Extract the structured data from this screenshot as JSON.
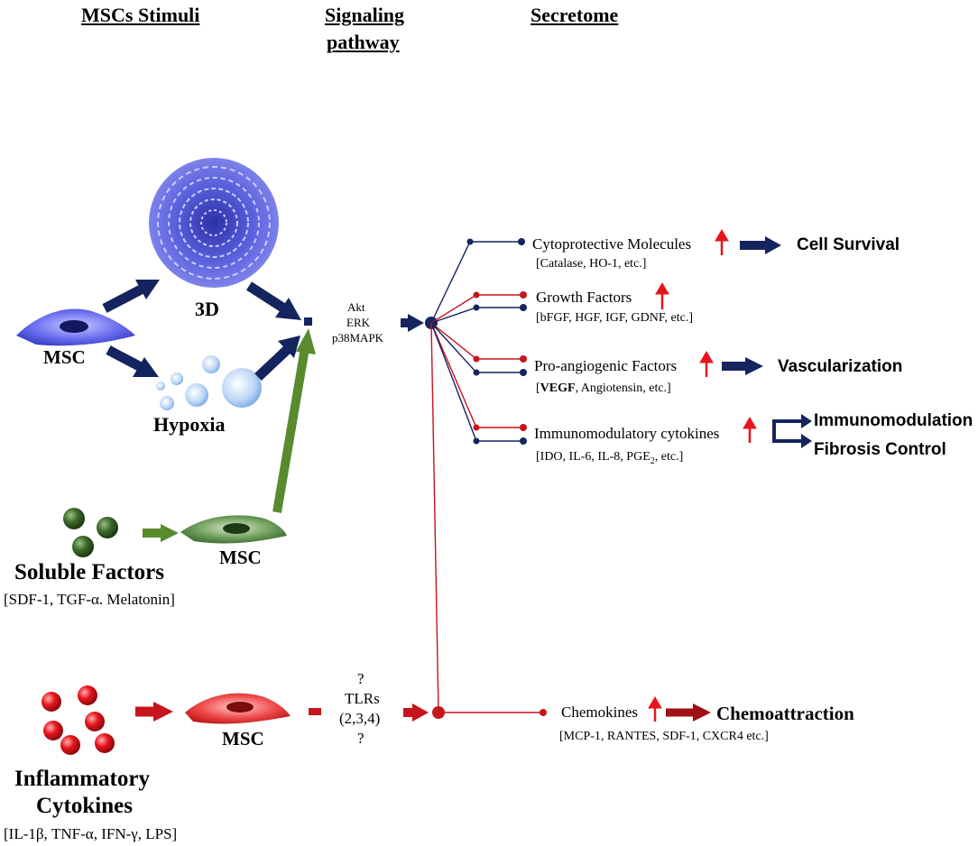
{
  "headers": {
    "stimuli": "MSCs Stimuli",
    "signaling_line1": "Signaling",
    "signaling_line2": "pathway",
    "secretome": "Secretome"
  },
  "stimuli": {
    "msc_label": "MSC",
    "three_d": "3D",
    "hypoxia": "Hypoxia",
    "soluble_title": "Soluble Factors",
    "soluble_examples": "[SDF-1, TGF-α. Melatonin]",
    "inflammatory_line1": "Inflammatory",
    "inflammatory_line2": "Cytokines",
    "inflammatory_examples": "[IL-1β, TNF-α, IFN-γ, LPS]"
  },
  "pathways": {
    "kinases": [
      "Akt",
      "ERK",
      "p38MAPK"
    ],
    "tlr": [
      "?",
      "TLRs",
      "(2,3,4)",
      "?"
    ]
  },
  "secretome": [
    {
      "name": "Cytoprotective Molecules",
      "examples": "[Catalase, HO-1, etc.]",
      "outcomes": [
        "Cell Survival"
      ]
    },
    {
      "name": "Growth Factors",
      "examples": "[bFGF, HGF, IGF, GDNF, etc.]",
      "outcomes": []
    },
    {
      "name": "Pro-angiogenic Factors",
      "examples_bold": "VEGF",
      "examples_rest": ", Angiotensin, etc.]",
      "examples_open": "[",
      "outcomes": [
        "Vascularization"
      ]
    },
    {
      "name": "Immunomodulatory cytokines",
      "examples_pre": "[IDO, IL-6, IL-8, PGE",
      "examples_sub": "2",
      "examples_post": ", etc.]",
      "outcomes": [
        "Immunomodulation",
        "Fibrosis Control"
      ]
    },
    {
      "name": "Chemokines",
      "examples": "[MCP-1, RANTES, SDF-1, CXCR4 etc.]",
      "outcomes": [
        "Chemoattraction"
      ]
    }
  ],
  "colors": {
    "navy": "#14245e",
    "red": "#c8141c",
    "green": "#5a8a2e",
    "blue_cell": "#5b5fe0",
    "green_cell": "#3e6b2c",
    "red_cell": "#e02a2a"
  }
}
